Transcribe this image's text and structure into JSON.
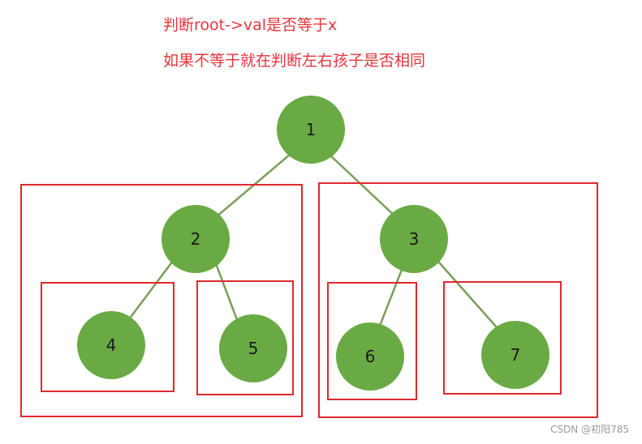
{
  "annotations": {
    "line1": "判断root->val是否等于x",
    "line2": "如果不等于就在判断左右孩子是否相同"
  },
  "tree": {
    "nodes": [
      {
        "id": "n1",
        "label": "1"
      },
      {
        "id": "n2",
        "label": "2"
      },
      {
        "id": "n3",
        "label": "3"
      },
      {
        "id": "n4",
        "label": "4"
      },
      {
        "id": "n5",
        "label": "5"
      },
      {
        "id": "n6",
        "label": "6"
      },
      {
        "id": "n7",
        "label": "7"
      }
    ],
    "edges": [
      [
        "n1",
        "n2"
      ],
      [
        "n1",
        "n3"
      ],
      [
        "n2",
        "n4"
      ],
      [
        "n2",
        "n5"
      ],
      [
        "n3",
        "n6"
      ],
      [
        "n3",
        "n7"
      ]
    ]
  },
  "colors": {
    "node_fill": "#6aaa44",
    "edge": "#7a9e5a",
    "box": "#e0282e",
    "annotation_text": "#e8353d"
  },
  "watermark": "CSDN @初阳785"
}
